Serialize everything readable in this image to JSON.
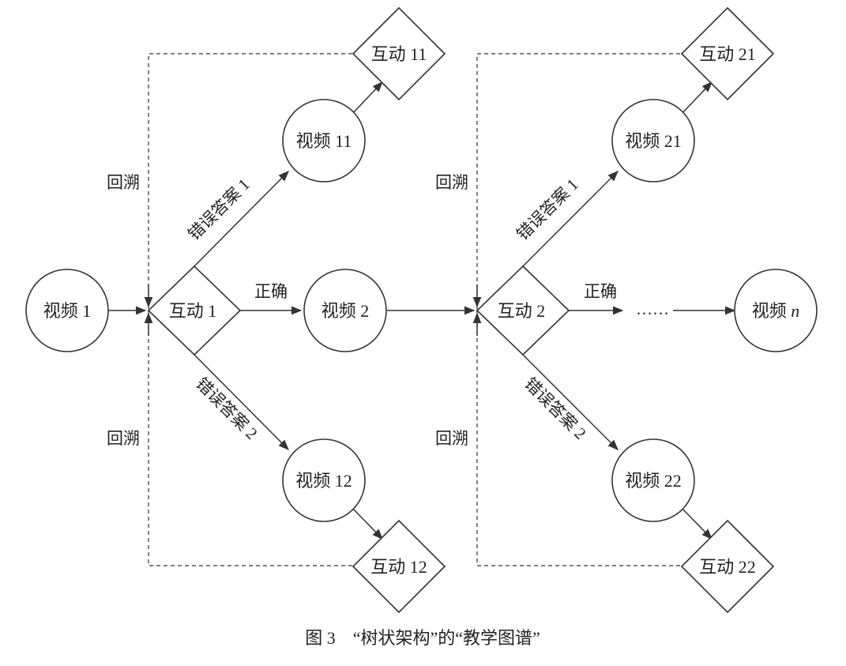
{
  "nodes": {
    "video1": "视频 1",
    "inter1": "互动 1",
    "video11": "视频 11",
    "inter11": "互动 11",
    "video12": "视频 12",
    "inter12": "互动 12",
    "video2": "视频 2",
    "inter2": "互动 2",
    "video21": "视频 21",
    "inter21": "互动 21",
    "video22": "视频 22",
    "inter22": "互动 22",
    "videoN_prefix": "视频 ",
    "videoN_italic": "n"
  },
  "edge_labels": {
    "wrong1": "错误答案 1",
    "wrong2": "错误答案 2",
    "correct": "正确",
    "backtrack": "回溯",
    "ellipsis": "……"
  },
  "caption": "图 3　“树状架构”的“教学图谱”"
}
